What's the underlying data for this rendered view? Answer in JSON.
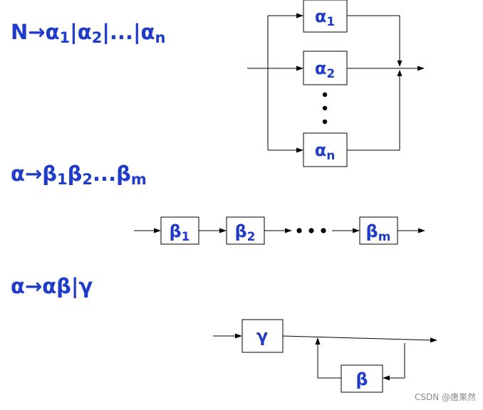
{
  "rules": {
    "alternation": {
      "lhs": "N",
      "arrow": "→",
      "t1": "α",
      "s1": "1",
      "sep1": "|",
      "t2": "α",
      "s2": "2",
      "mid": "|...|",
      "t3": "α",
      "s3": "n"
    },
    "sequence": {
      "lhs": "α",
      "arrow": "→",
      "t1": "β",
      "s1": "1",
      "t2": "β",
      "s2": "2",
      "mid": "...",
      "t3": "β",
      "s3": "m"
    },
    "recursion": {
      "lhs": "α",
      "arrow": "→",
      "body": "αβ|γ"
    }
  },
  "diagram_alternation": {
    "boxes": [
      {
        "glyph": "α",
        "sub": "1"
      },
      {
        "glyph": "α",
        "sub": "2"
      },
      {
        "glyph": "α",
        "sub": "n"
      }
    ]
  },
  "diagram_sequence": {
    "boxes": [
      {
        "glyph": "β",
        "sub": "1"
      },
      {
        "glyph": "β",
        "sub": "2"
      },
      {
        "glyph": "β",
        "sub": "m"
      }
    ]
  },
  "diagram_recursion": {
    "gamma": "γ",
    "beta": "β"
  },
  "watermark": "CSDN @唐果然",
  "colors": {
    "text": "#1f3bc9",
    "lines": "#000000",
    "watermark": "#8a8a8a"
  }
}
